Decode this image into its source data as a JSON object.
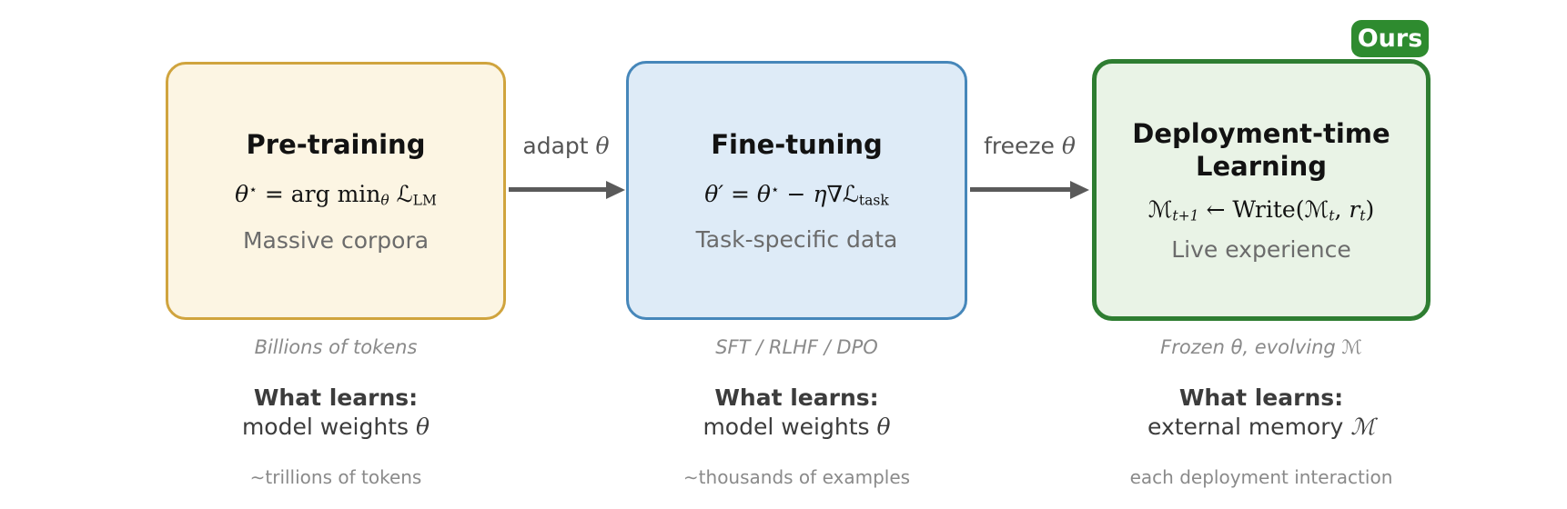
{
  "badge": {
    "label": "Ours"
  },
  "stages": [
    {
      "title": "Pre-training",
      "formula": [
        {
          "t": "θ",
          "c": "it"
        },
        {
          "t": "⋆",
          "c": "sup"
        },
        {
          "t": " = arg min",
          "c": ""
        },
        {
          "t": "θ",
          "c": "sub it"
        },
        {
          "t": " ℒ",
          "c": ""
        },
        {
          "t": "LM",
          "c": "sub"
        }
      ],
      "subtitle": "Massive corpora",
      "note_italic": "Billions of tokens",
      "what_learns_label": "What learns:",
      "what_learns_value": "model weights",
      "what_learns_math": "θ",
      "scale_note": "∼trillions of tokens",
      "accent_color": "#D0A43E",
      "fill_color": "#FCF5E3"
    },
    {
      "title": "Fine-tuning",
      "formula": [
        {
          "t": "θ′",
          "c": "it"
        },
        {
          "t": " = ",
          "c": ""
        },
        {
          "t": "θ",
          "c": "it"
        },
        {
          "t": "⋆",
          "c": "sup"
        },
        {
          "t": " − ",
          "c": ""
        },
        {
          "t": "η",
          "c": "it"
        },
        {
          "t": "∇ℒ",
          "c": ""
        },
        {
          "t": "task",
          "c": "sub"
        }
      ],
      "subtitle": "Task-specific data",
      "note_italic": "SFT / RLHF / DPO",
      "what_learns_label": "What learns:",
      "what_learns_value": "model weights",
      "what_learns_math": "θ",
      "scale_note": "∼thousands of examples",
      "accent_color": "#4687BA",
      "fill_color": "#DEEBF7"
    },
    {
      "title": "Deployment-time Learning",
      "formula": [
        {
          "t": "ℳ",
          "c": ""
        },
        {
          "t": "t+1",
          "c": "sub it"
        },
        {
          "t": " ← Write(ℳ",
          "c": ""
        },
        {
          "t": "t",
          "c": "sub it"
        },
        {
          "t": ", ",
          "c": ""
        },
        {
          "t": "r",
          "c": "it"
        },
        {
          "t": "t",
          "c": "sub it"
        },
        {
          "t": ")",
          "c": ""
        }
      ],
      "subtitle": "Live experience",
      "note_italic": "Frozen θ, evolving ℳ",
      "what_learns_label": "What learns:",
      "what_learns_value": "external memory",
      "what_learns_math": "ℳ",
      "scale_note": "each deployment interaction",
      "accent_color": "#2E7D31",
      "fill_color": "#E9F3E6",
      "badge_color": "#2E8B2F"
    }
  ],
  "arrows": [
    {
      "label": "adapt",
      "math": "θ"
    },
    {
      "label": "freeze",
      "math": "θ"
    }
  ],
  "colors": {
    "arrow": "#5A5A5A",
    "background": "#FFFFFF"
  }
}
